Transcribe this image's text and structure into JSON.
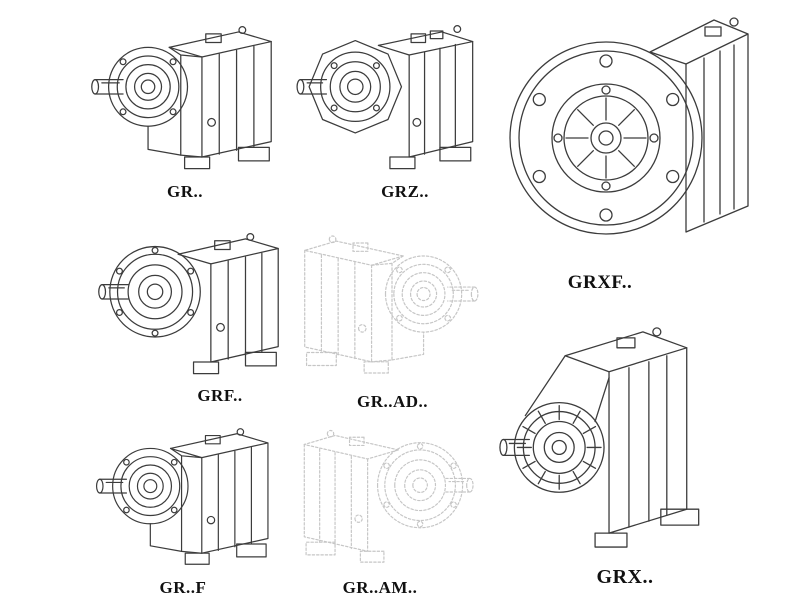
{
  "page": {
    "kind": "gear-reducer-catalog-line-drawings",
    "background": "#ffffff"
  },
  "colors": {
    "ink": "#3c3c3c",
    "faded_ink": "#c6c6c6",
    "label_text": "#111111"
  },
  "figures": [
    {
      "id": "gr",
      "label": "GR..",
      "style": "solid"
    },
    {
      "id": "grz",
      "label": "GRZ..",
      "style": "solid"
    },
    {
      "id": "grxf",
      "label": "GRXF..",
      "style": "solid"
    },
    {
      "id": "grf",
      "label": "GRF..",
      "style": "solid"
    },
    {
      "id": "grad",
      "label": "GR..AD..",
      "style": "faded"
    },
    {
      "id": "grfoot",
      "label": "GR..F",
      "style": "solid"
    },
    {
      "id": "gram",
      "label": "GR..AM..",
      "style": "faded"
    },
    {
      "id": "grx",
      "label": "GRX..",
      "style": "solid"
    }
  ]
}
